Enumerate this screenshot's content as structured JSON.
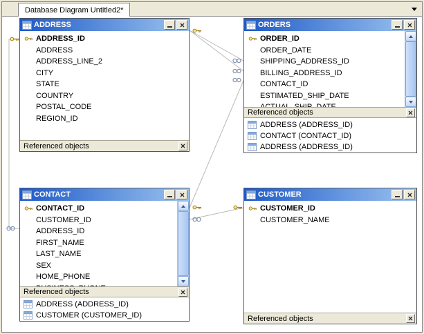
{
  "tab": {
    "title": "Database Diagram Untitled2*"
  },
  "labels": {
    "referenced_objects": "Referenced objects"
  },
  "icons": {
    "table-icon": "table-grid",
    "key-icon": "primary-key",
    "link-icon": "infinity-chain (many side)",
    "minimize-icon": "minimize bar",
    "close-icon": "x",
    "dropdown-icon": "down-triangle",
    "scroll-up-icon": "up-triangle",
    "scroll-down-icon": "down-triangle"
  },
  "colors": {
    "titlebar_gradient_start": "#1e5ac8",
    "titlebar_gradient_end": "#9cc4f0",
    "panel": "#ece9d8",
    "relationship_line": "#b8b8b8",
    "key_icon": "#ffe787",
    "scrollbar": "#cfe0fb"
  },
  "entities": {
    "address": {
      "title": "ADDRESS",
      "primary_key": "ADDRESS_ID",
      "fields": [
        "ADDRESS_ID",
        "ADDRESS",
        "ADDRESS_LINE_2",
        "CITY",
        "STATE",
        "COUNTRY",
        "POSTAL_CODE",
        "REGION_ID"
      ]
    },
    "orders": {
      "title": "ORDERS",
      "primary_key": "ORDER_ID",
      "fields": [
        "ORDER_ID",
        "ORDER_DATE",
        "SHIPPING_ADDRESS_ID",
        "BILLING_ADDRESS_ID",
        "CONTACT_ID",
        "ESTIMATED_SHIP_DATE",
        "ACTUAL_SHIP_DATE"
      ],
      "referenced_objects": [
        "ADDRESS (ADDRESS_ID)",
        "CONTACT (CONTACT_ID)",
        "ADDRESS (ADDRESS_ID)"
      ]
    },
    "contact": {
      "title": "CONTACT",
      "primary_key": "CONTACT_ID",
      "fields": [
        "CONTACT_ID",
        "CUSTOMER_ID",
        "ADDRESS_ID",
        "FIRST_NAME",
        "LAST_NAME",
        "SEX",
        "HOME_PHONE",
        "BUSINESS_PHONE"
      ],
      "referenced_objects": [
        "ADDRESS (ADDRESS_ID)",
        "CUSTOMER (CUSTOMER_ID)"
      ]
    },
    "customer": {
      "title": "CUSTOMER",
      "primary_key": "CUSTOMER_ID",
      "fields": [
        "CUSTOMER_ID",
        "CUSTOMER_NAME"
      ]
    }
  }
}
